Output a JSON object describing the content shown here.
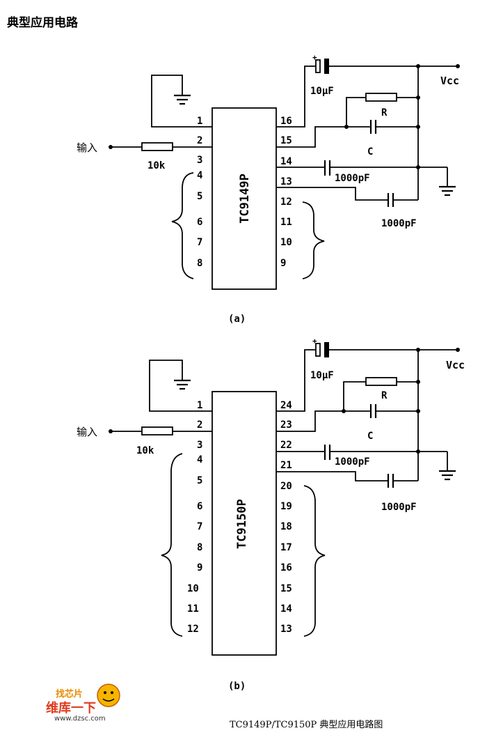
{
  "page": {
    "heading": "典型应用电路",
    "caption": "TC9149P/TC9150P 典型应用电路图"
  },
  "circuit_a": {
    "chip": "TC9149P",
    "label": "(a)",
    "input": "输入",
    "r_in": "10k",
    "cap_top": "10μF",
    "vcc": "Vcc",
    "r": "R",
    "c": "C",
    "c1": "1000pF",
    "c2": "1000pF",
    "pins_left": [
      "1",
      "2",
      "3",
      "4",
      "5",
      "6",
      "7",
      "8"
    ],
    "pins_right": [
      "16",
      "15",
      "14",
      "13",
      "12",
      "11",
      "10",
      "9"
    ]
  },
  "circuit_b": {
    "chip": "TC9150P",
    "label": "(b)",
    "input": "输入",
    "r_in": "10k",
    "cap_top": "10μF",
    "vcc": "Vcc",
    "r": "R",
    "c": "C",
    "c1": "1000pF",
    "c2": "1000pF",
    "pins_left": [
      "1",
      "2",
      "3",
      "4",
      "5",
      "6",
      "7",
      "8",
      "9",
      "10",
      "11",
      "12"
    ],
    "pins_right": [
      "24",
      "23",
      "22",
      "21",
      "20",
      "19",
      "18",
      "17",
      "16",
      "15",
      "14",
      "13"
    ]
  },
  "watermark": {
    "brand": "维库一下",
    "site": "www.dzsc.com",
    "badge": "找芯片"
  }
}
